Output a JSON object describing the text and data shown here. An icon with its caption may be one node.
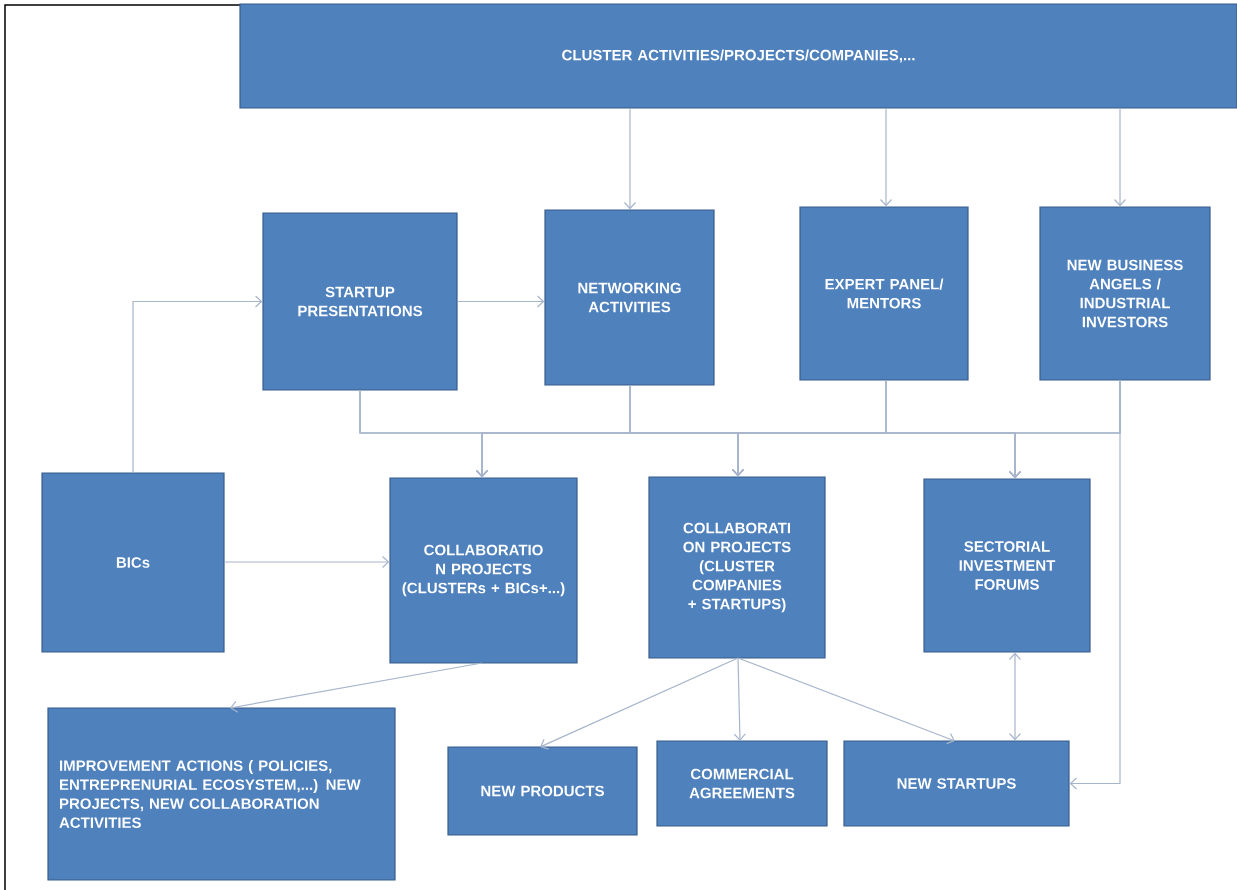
{
  "diagram": {
    "nodes": [
      {
        "text": [
          "CLUSTER ACTIVITIES/PROJECTS/COMPANIES,..."
        ]
      },
      {
        "text": [
          "STARTUP PRESENTATIONS"
        ]
      },
      {
        "text": [
          "NETWORKING ACTIVITIES"
        ]
      },
      {
        "text": [
          "EXPERT PANEL/ MENTORS"
        ]
      },
      {
        "text": [
          "NEW BUSINESS ANGELS / INDUSTRIAL INVESTORS"
        ]
      },
      {
        "text": [
          "BICs"
        ]
      },
      {
        "text": [
          "COLLABORATIO N PROJECTS (CLUSTERs + BICs+...)"
        ]
      },
      {
        "text": [
          "COLLABORATI ON PROJECTS (CLUSTER COMPANIES + STARTUPS)"
        ]
      },
      {
        "text": [
          "SECTORIAL INVESTMENT FORUMS"
        ]
      },
      {
        "text": [
          "IMPROVEMENT ACTIONS ( POLICIES, ENTREPRENURIAL ECOSYSTEM,...) NEW PROJECTS, NEW COLLABORATION ACTIVITIES"
        ]
      },
      {
        "text": [
          "NEW PRODUCTS"
        ]
      },
      {
        "text": [
          "COMMERCIAL AGREEMENTS"
        ]
      },
      {
        "text": [
          "NEW STARTUPS"
        ]
      }
    ],
    "edges": [
      {
        "from": 0,
        "to": 2,
        "arrow": "to"
      },
      {
        "from": 0,
        "to": 3,
        "arrow": "to"
      },
      {
        "from": 0,
        "to": 4,
        "arrow": "to"
      },
      {
        "from": 5,
        "to": 1,
        "arrow": "to"
      },
      {
        "from": 1,
        "to": 2,
        "arrow": "to"
      },
      {
        "from": 1,
        "to": 6,
        "arrow": "to"
      },
      {
        "from": 1,
        "to": 7,
        "arrow": "to"
      },
      {
        "from": 1,
        "to": 8,
        "arrow": "to"
      },
      {
        "from": 2,
        "to": 6,
        "arrow": "to"
      },
      {
        "from": 2,
        "to": 7,
        "arrow": "to"
      },
      {
        "from": 2,
        "to": 8,
        "arrow": "to"
      },
      {
        "from": 3,
        "to": 6,
        "arrow": "to"
      },
      {
        "from": 3,
        "to": 7,
        "arrow": "to"
      },
      {
        "from": 3,
        "to": 8,
        "arrow": "to"
      },
      {
        "from": 4,
        "to": 6,
        "arrow": "to"
      },
      {
        "from": 4,
        "to": 7,
        "arrow": "to"
      },
      {
        "from": 4,
        "to": 8,
        "arrow": "to"
      },
      {
        "from": 4,
        "to": 12,
        "arrow": "to"
      },
      {
        "from": 5,
        "to": 6,
        "arrow": "to"
      },
      {
        "from": 6,
        "to": 9,
        "arrow": "to"
      },
      {
        "from": 7,
        "to": 10,
        "arrow": "to"
      },
      {
        "from": 7,
        "to": 11,
        "arrow": "to"
      },
      {
        "from": 7,
        "to": 12,
        "arrow": "to"
      },
      {
        "from": 8,
        "to": 12,
        "arrow": "both"
      }
    ]
  }
}
